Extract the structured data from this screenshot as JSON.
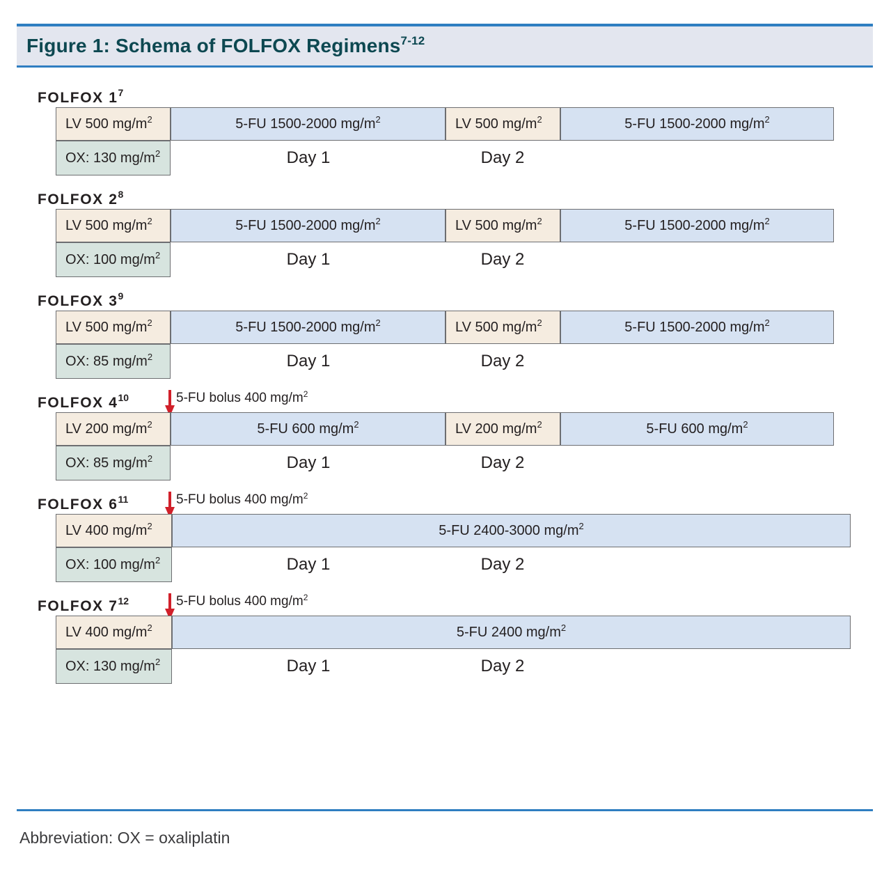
{
  "header": {
    "title_main": "Figure 1: Schema of FOLFOX Regimens",
    "title_sup": "7-12",
    "band_color": "#e3e6ef",
    "rule_color": "#2f7ec1",
    "title_color": "#0d4851"
  },
  "colors": {
    "lv_fill": "#f5ece0",
    "fu_fill": "#d6e2f2",
    "ox_fill": "#d7e4df",
    "cell_border": "#6d6e71",
    "arrow": "#d1202a"
  },
  "regimens": [
    {
      "name": "FOLFOX 1",
      "ref": "7",
      "bolus": null,
      "segments": [
        {
          "type": "lv",
          "label": "LV 500 mg/m",
          "sup": "2"
        },
        {
          "type": "fu",
          "label": "5-FU 1500-2000 mg/m",
          "sup": "2"
        },
        {
          "type": "lv",
          "label": "LV 500 mg/m",
          "sup": "2"
        },
        {
          "type": "fu",
          "label": "5-FU 1500-2000 mg/m",
          "sup": "2"
        }
      ],
      "ox": {
        "label": "OX: 130 mg/m",
        "sup": "2"
      },
      "days": [
        "Day 1",
        "Day 2"
      ]
    },
    {
      "name": "FOLFOX 2",
      "ref": "8",
      "bolus": null,
      "segments": [
        {
          "type": "lv",
          "label": "LV 500 mg/m",
          "sup": "2"
        },
        {
          "type": "fu",
          "label": "5-FU 1500-2000 mg/m",
          "sup": "2"
        },
        {
          "type": "lv",
          "label": "LV 500 mg/m",
          "sup": "2"
        },
        {
          "type": "fu",
          "label": "5-FU 1500-2000 mg/m",
          "sup": "2"
        }
      ],
      "ox": {
        "label": "OX: 100 mg/m",
        "sup": "2"
      },
      "days": [
        "Day 1",
        "Day 2"
      ]
    },
    {
      "name": "FOLFOX 3",
      "ref": "9",
      "bolus": null,
      "segments": [
        {
          "type": "lv",
          "label": "LV 500 mg/m",
          "sup": "2"
        },
        {
          "type": "fu",
          "label": "5-FU 1500-2000 mg/m",
          "sup": "2"
        },
        {
          "type": "lv",
          "label": "LV 500 mg/m",
          "sup": "2"
        },
        {
          "type": "fu",
          "label": "5-FU 1500-2000 mg/m",
          "sup": "2"
        }
      ],
      "ox": {
        "label": "OX: 85 mg/m",
        "sup": "2"
      },
      "days": [
        "Day 1",
        "Day 2"
      ]
    },
    {
      "name": "FOLFOX 4",
      "ref": "10",
      "bolus": {
        "label": "5-FU bolus 400 mg/m",
        "sup": "2"
      },
      "segments": [
        {
          "type": "lv",
          "label": "LV 200 mg/m",
          "sup": "2"
        },
        {
          "type": "fu",
          "label": "5-FU 600 mg/m",
          "sup": "2"
        },
        {
          "type": "lv",
          "label": "LV 200 mg/m",
          "sup": "2"
        },
        {
          "type": "fu",
          "label": "5-FU 600 mg/m",
          "sup": "2"
        }
      ],
      "ox": {
        "label": "OX: 85 mg/m",
        "sup": "2"
      },
      "days": [
        "Day 1",
        "Day 2"
      ]
    },
    {
      "name": "FOLFOX 6",
      "ref": "11",
      "bolus": {
        "label": "5-FU bolus 400 mg/m",
        "sup": "2"
      },
      "segments": [
        {
          "type": "lv",
          "label": "LV 400 mg/m",
          "sup": "2"
        },
        {
          "type": "fu",
          "label": "5-FU 2400-3000 mg/m",
          "sup": "2"
        }
      ],
      "ox": {
        "label": "OX: 100 mg/m",
        "sup": "2"
      },
      "days": [
        "Day 1",
        "Day 2"
      ]
    },
    {
      "name": "FOLFOX 7",
      "ref": "12",
      "bolus": {
        "label": "5-FU bolus 400 mg/m",
        "sup": "2"
      },
      "segments": [
        {
          "type": "lv",
          "label": "LV 400 mg/m",
          "sup": "2"
        },
        {
          "type": "fu",
          "label": "5-FU 2400 mg/m",
          "sup": "2"
        }
      ],
      "ox": {
        "label": "OX: 130 mg/m",
        "sup": "2"
      },
      "days": [
        "Day 1",
        "Day 2"
      ]
    }
  ],
  "footer": {
    "note": "Abbreviation: OX = oxaliplatin"
  }
}
